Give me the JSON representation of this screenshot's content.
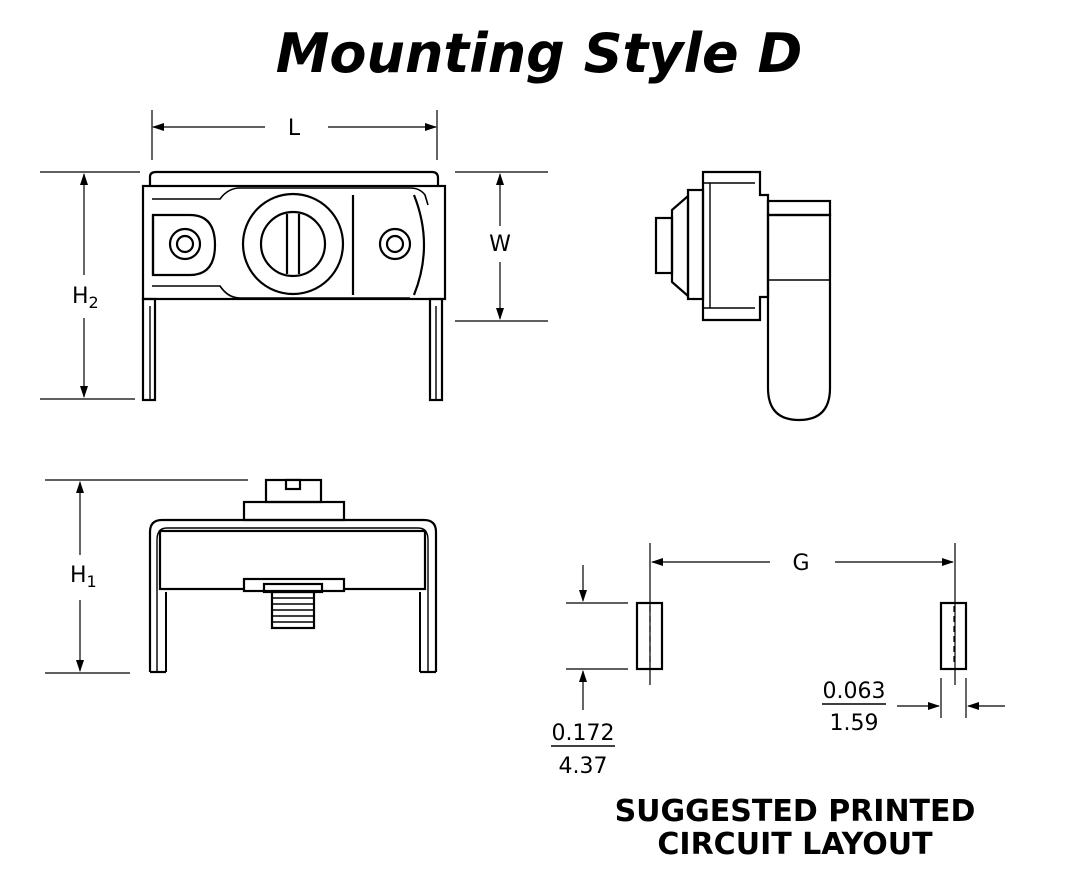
{
  "title": "Mounting Style D",
  "caption": {
    "line1": "SUGGESTED PRINTED",
    "line2": "CIRCUIT LAYOUT"
  },
  "dimensions": {
    "length": "L",
    "width": "W",
    "height2_base": "H",
    "height2_sub": "2",
    "height1_base": "H",
    "height1_sub": "1",
    "gap": "G"
  },
  "pad_dims": {
    "pad_length_in": "0.172",
    "pad_length_mm": "4.37",
    "pad_width_in": "0.063",
    "pad_width_mm": "1.59"
  },
  "colors": {
    "ink": "#000000",
    "background": "#ffffff"
  }
}
